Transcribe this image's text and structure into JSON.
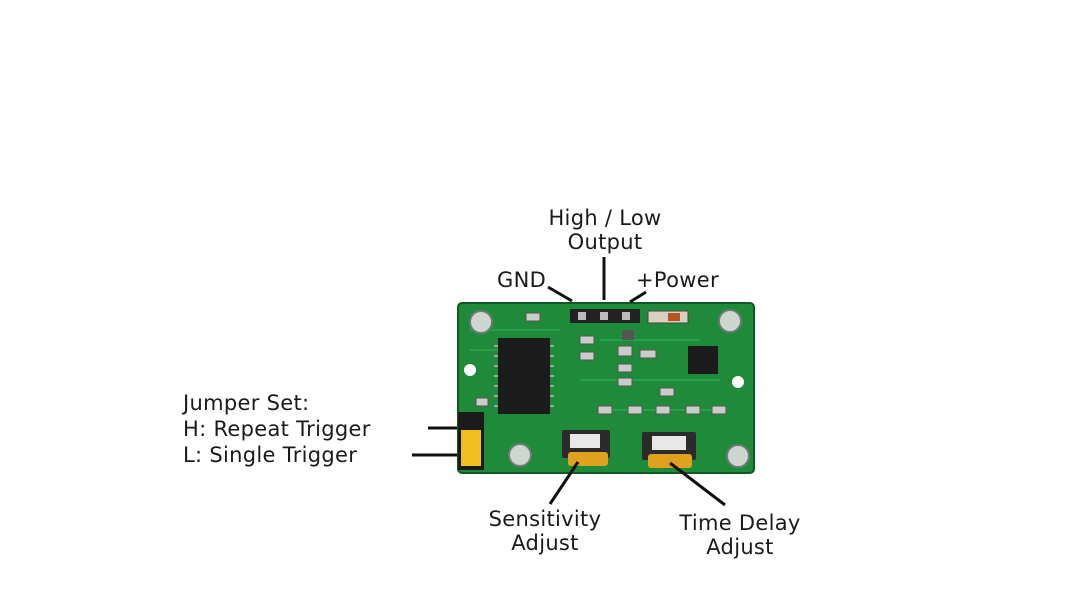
{
  "labels": {
    "output": [
      "High / Low",
      "Output"
    ],
    "gnd": "GND",
    "power": "+Power",
    "jumper": [
      "Jumper Set:",
      "H: Repeat Trigger",
      "L: Single Trigger"
    ],
    "sensitivity": [
      "Sensitivity",
      "Adjust"
    ],
    "time_delay": [
      "Time Delay",
      "Adjust"
    ]
  },
  "colors": {
    "pcb": "#1f8a3a",
    "pcb_dark": "#146b2a",
    "potentiometer": "#e0a21c",
    "jumper": "#f0c020",
    "text": "#1a1a1a"
  }
}
